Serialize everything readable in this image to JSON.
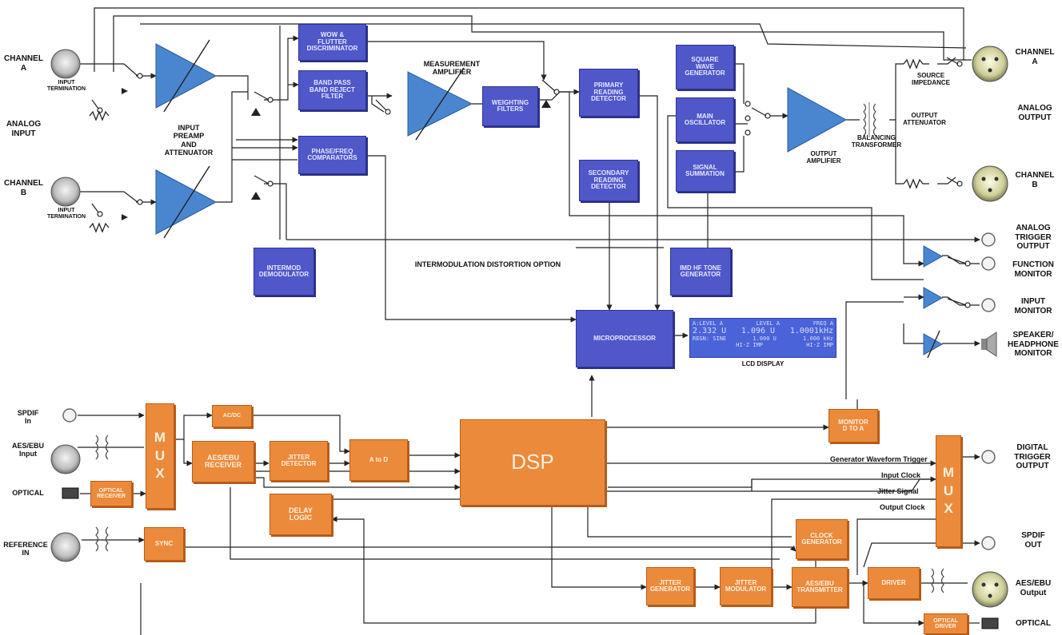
{
  "colors": {
    "dsp_block": "#ec8a3c",
    "analog_block": "#4f57c9",
    "amplifier": "#4a86d0",
    "wire": "#222222"
  },
  "analog": {
    "input_a": "CHANNEL\nA",
    "input_b": "CHANNEL\nB",
    "input_group": "ANALOG\nINPUT",
    "termination_a": "INPUT\nTERMINATION",
    "termination_b": "INPUT\nTERMINATION",
    "preamp_label": "INPUT\nPREAMP\nand\nATTENUATOR",
    "wow_flutter": "WOW &\nFLUTTER\nDISCRIMINATOR",
    "band_filter": "BAND PASS\nBAND REJECT\nFILTER",
    "phase_freq": "PHASE/FREQ\nCOMPARATORS",
    "measurement_amp": "MEASUREMENT\nAMPLIFIER",
    "weighting": "WEIGHTING\nFILTERS",
    "primary_detector": "PRIMARY\nREADING\nDETECTOR",
    "secondary_detector": "SECONDARY\nREADING\nDETECTOR",
    "square_wave": "SQUARE\nWAVE\nGENERATOR",
    "main_osc": "MAIN\nOSCILLATOR",
    "summation": "SIGNAL\nSUMMATION",
    "output_amp": "OUTPUT\nAMPLIFIER",
    "balancing": "BALANCING\nTRANSFORMER",
    "source_imp": "SOURCE\nIMPEDANCE",
    "output_att": "OUTPUT\nATTENUATOR",
    "output_a": "CHANNEL\nA",
    "output_b": "CHANNEL\nB",
    "output_group": "ANALOG\nOUTPUT",
    "intermod_demod": "INTERMOD\nDEMODULATOR",
    "imd_option": "INTERMODULATION DISTORTION OPTION",
    "imd_hf": "IMD HF TONE\nGENERATOR",
    "microprocessor": "MICROPROCESSOR",
    "trigger_out": "ANALOG\nTRIGGER\nOUTPUT",
    "function_mon": "FUNCTION\nMONITOR",
    "input_mon": "INPUT\nMONITOR",
    "speaker_mon": "SPEAKER/\nHEADPHONE\nMONITOR"
  },
  "lcd": {
    "caption": "LCD DISPLAY",
    "r1": [
      "A:LEVEL  A",
      "LEVEL  A",
      "FREQ  A"
    ],
    "r2": [
      "2.332  U",
      "1.096  U",
      "1.0001kHz"
    ],
    "r3": [
      "REGN: SINE",
      "1.000  U",
      "1.000  kHz"
    ],
    "r4": [
      "",
      "HI-Z IMP",
      "HI-Z IMP"
    ]
  },
  "digital": {
    "spdif_in": "SPDIF\nIn",
    "aes_in": "AES/EBU\nInput",
    "optical_in": "OPTICAL",
    "reference_in": "REFERENCE\nIN",
    "optical_receiver": "OPTICAL\nRECEIVER",
    "mux": [
      "M",
      "U",
      "X"
    ],
    "adc": "AC/DC",
    "aes_receiver": "AES/EBU\nRECEIVER",
    "jitter_detector": "JITTER\nDETECTOR",
    "a_to_d": "A to D",
    "delay_logic": "DELAY\nLOGIC",
    "sync": "SYNC",
    "dsp": "DSP",
    "monitor_da": "MONITOR\nD to A",
    "clock_gen": "CLOCK\nGENERATOR",
    "jitter_gen": "JITTER\nGENERATOR",
    "jitter_mod": "JITTER\nMODULATOR",
    "aes_transmitter": "AES/EBU\nTRANSMITTER",
    "driver": "DRIVER",
    "optical_driver": "OPTICAL\nDRIVER",
    "mux2": [
      "M",
      "U",
      "X"
    ],
    "gen_trigger": "Generator Waveform Trigger",
    "input_clock": "Input Clock",
    "jitter_signal": "Jitter Signal",
    "output_clock": "Output Clock",
    "digital_trigger": "DIGITAL\nTRIGGER\nOUTPUT",
    "spdif_out": "SPDIF\nOUT",
    "aes_out": "AES/EBU\nOutput",
    "optical_out": "OPTICAL"
  }
}
